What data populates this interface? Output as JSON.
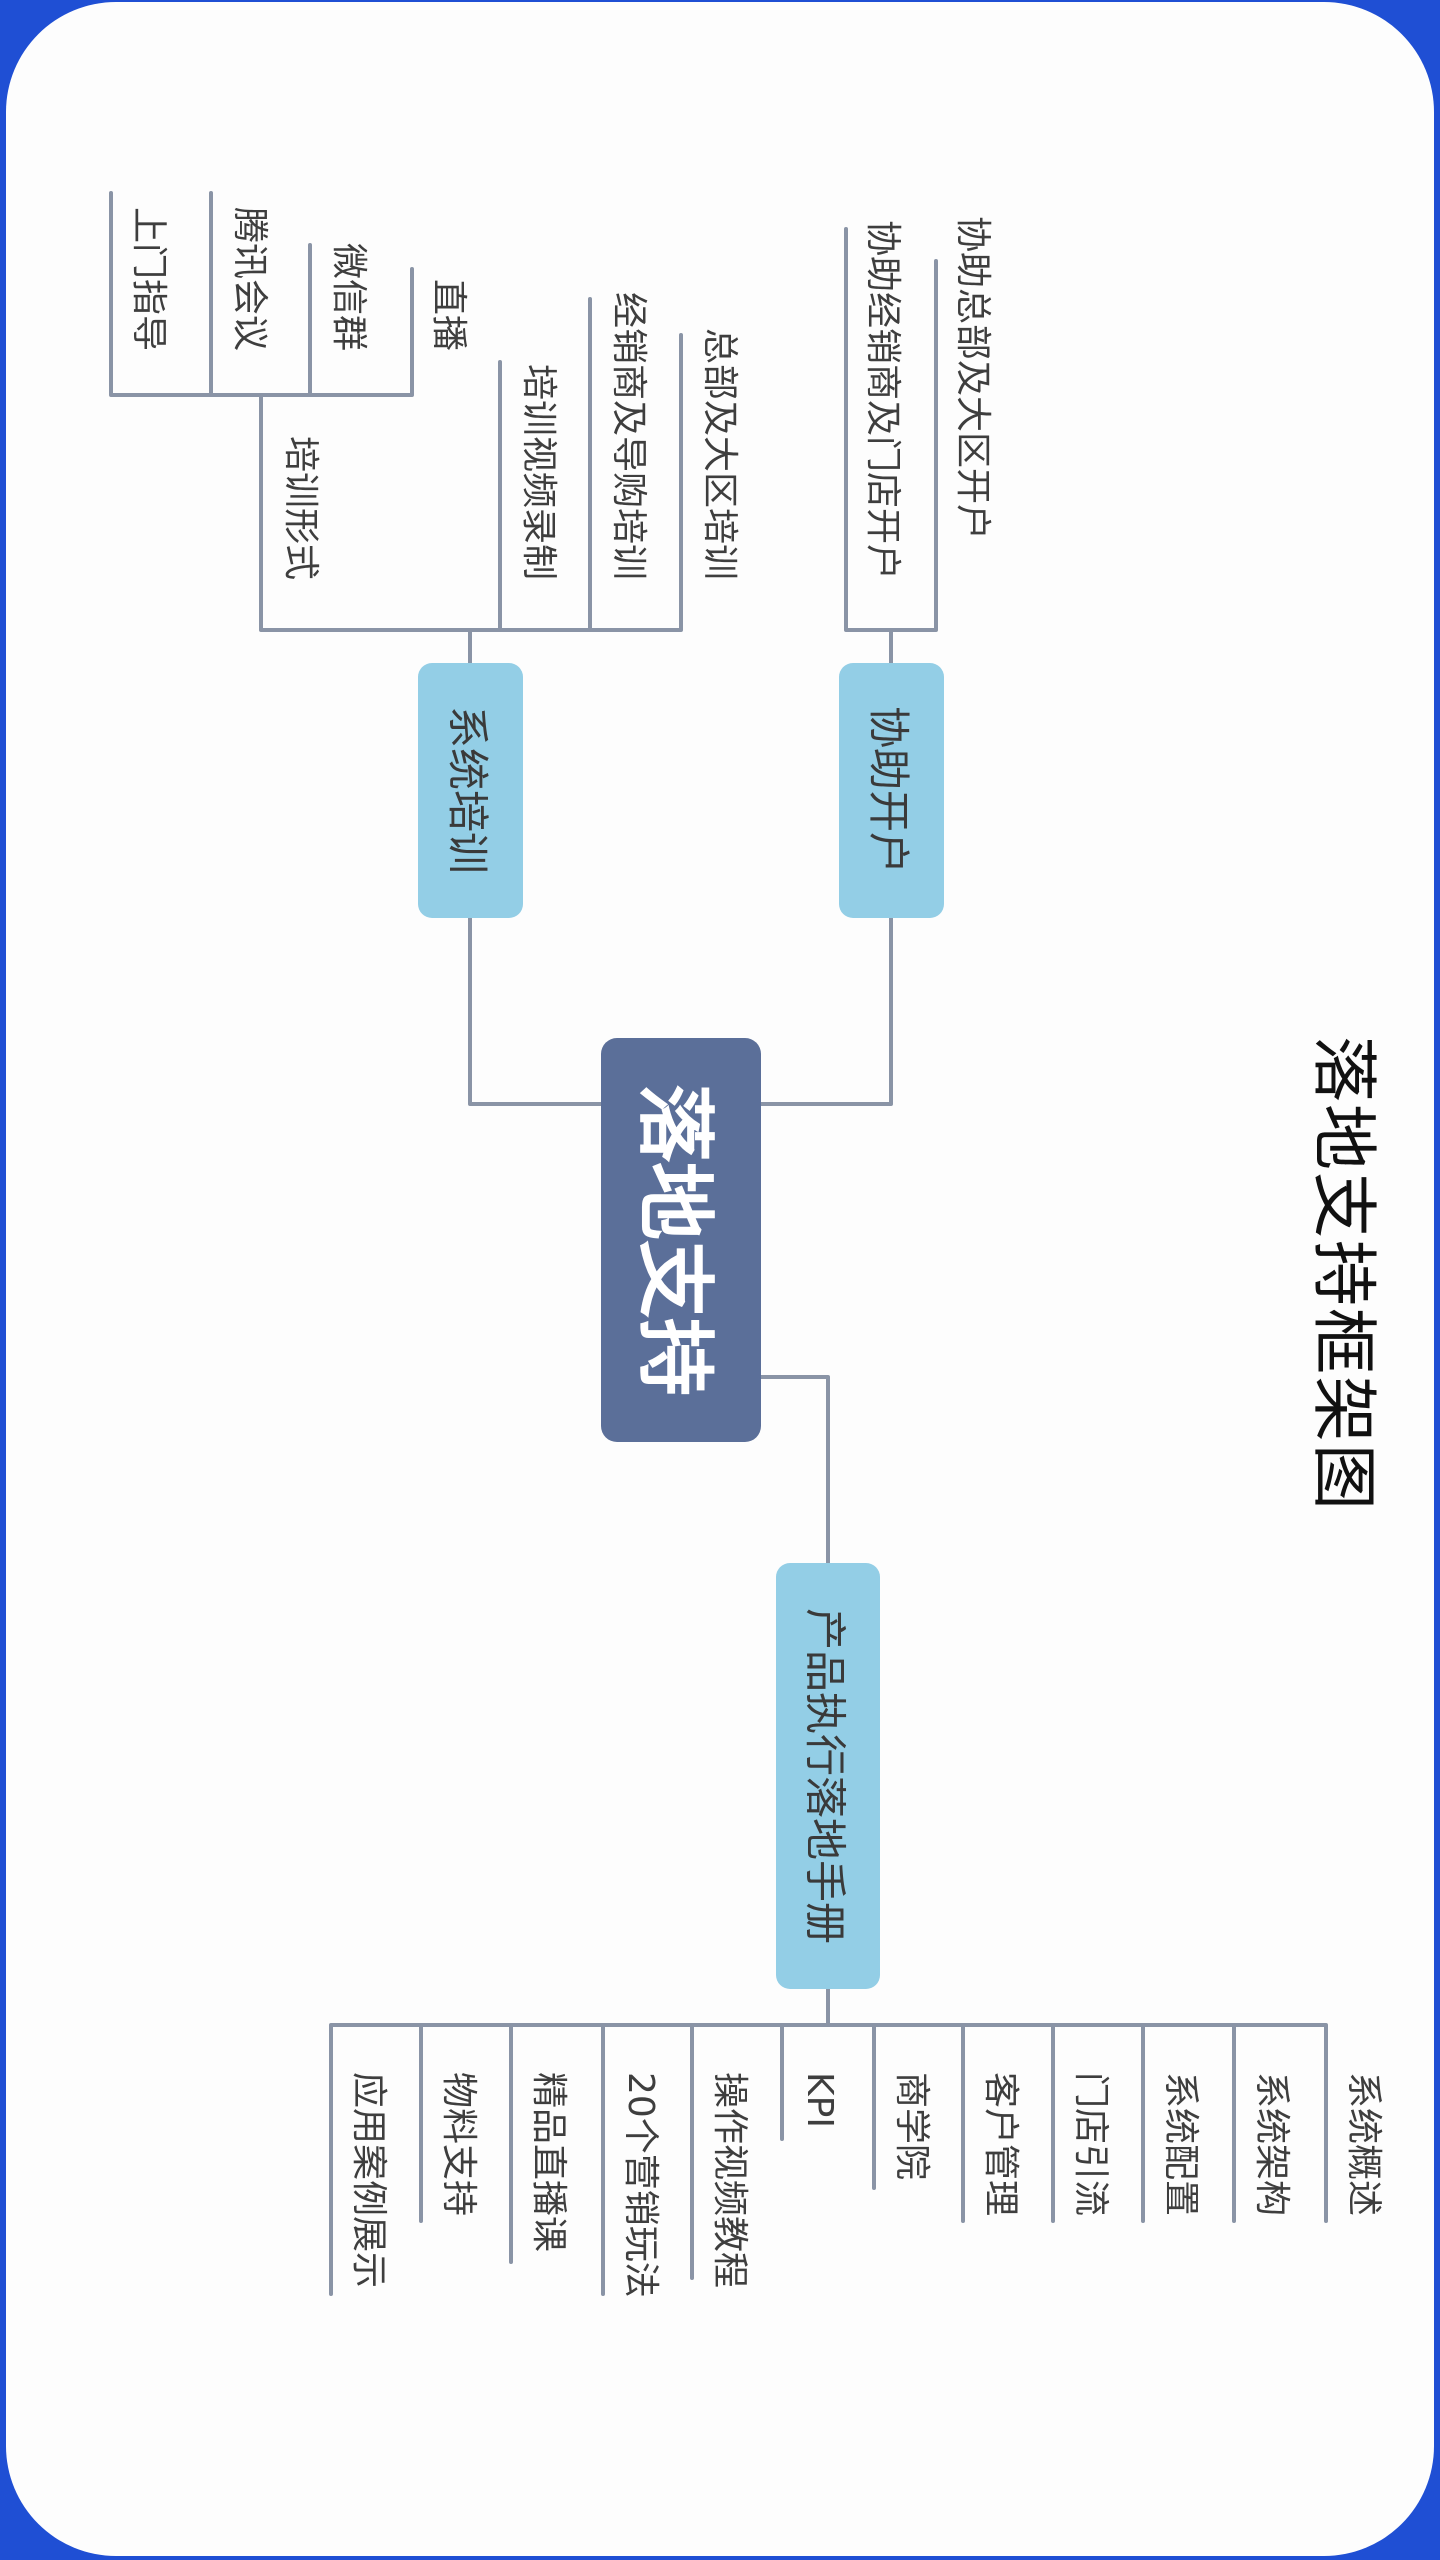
{
  "title": "落地支持框架图",
  "root": "落地支持",
  "branches": {
    "account": {
      "label": "协助开户",
      "children": [
        "协助经销商及门店开户",
        "协助总部及大区开户"
      ]
    },
    "training": {
      "label": "系统培训",
      "children": [
        "培训形式",
        "培训视频录制",
        "经销商及导购培训",
        "总部及大区培训"
      ],
      "forms": [
        "上门指导",
        "腾讯会议",
        "微信群",
        "直播"
      ]
    },
    "manual": {
      "label": "产品执行落地手册",
      "children": [
        "应用案例展示",
        "物料支持",
        "精品直播课",
        "20个营销玩法",
        "操作视频教程",
        "KPI",
        "商学院",
        "客户管理",
        "门店引流",
        "系统配置",
        "系统架构",
        "系统概述"
      ]
    }
  },
  "colors": {
    "frame": "#1f4fd4",
    "root": "#5b6f99",
    "node": "#93cee6",
    "line": "#8a94a6"
  }
}
